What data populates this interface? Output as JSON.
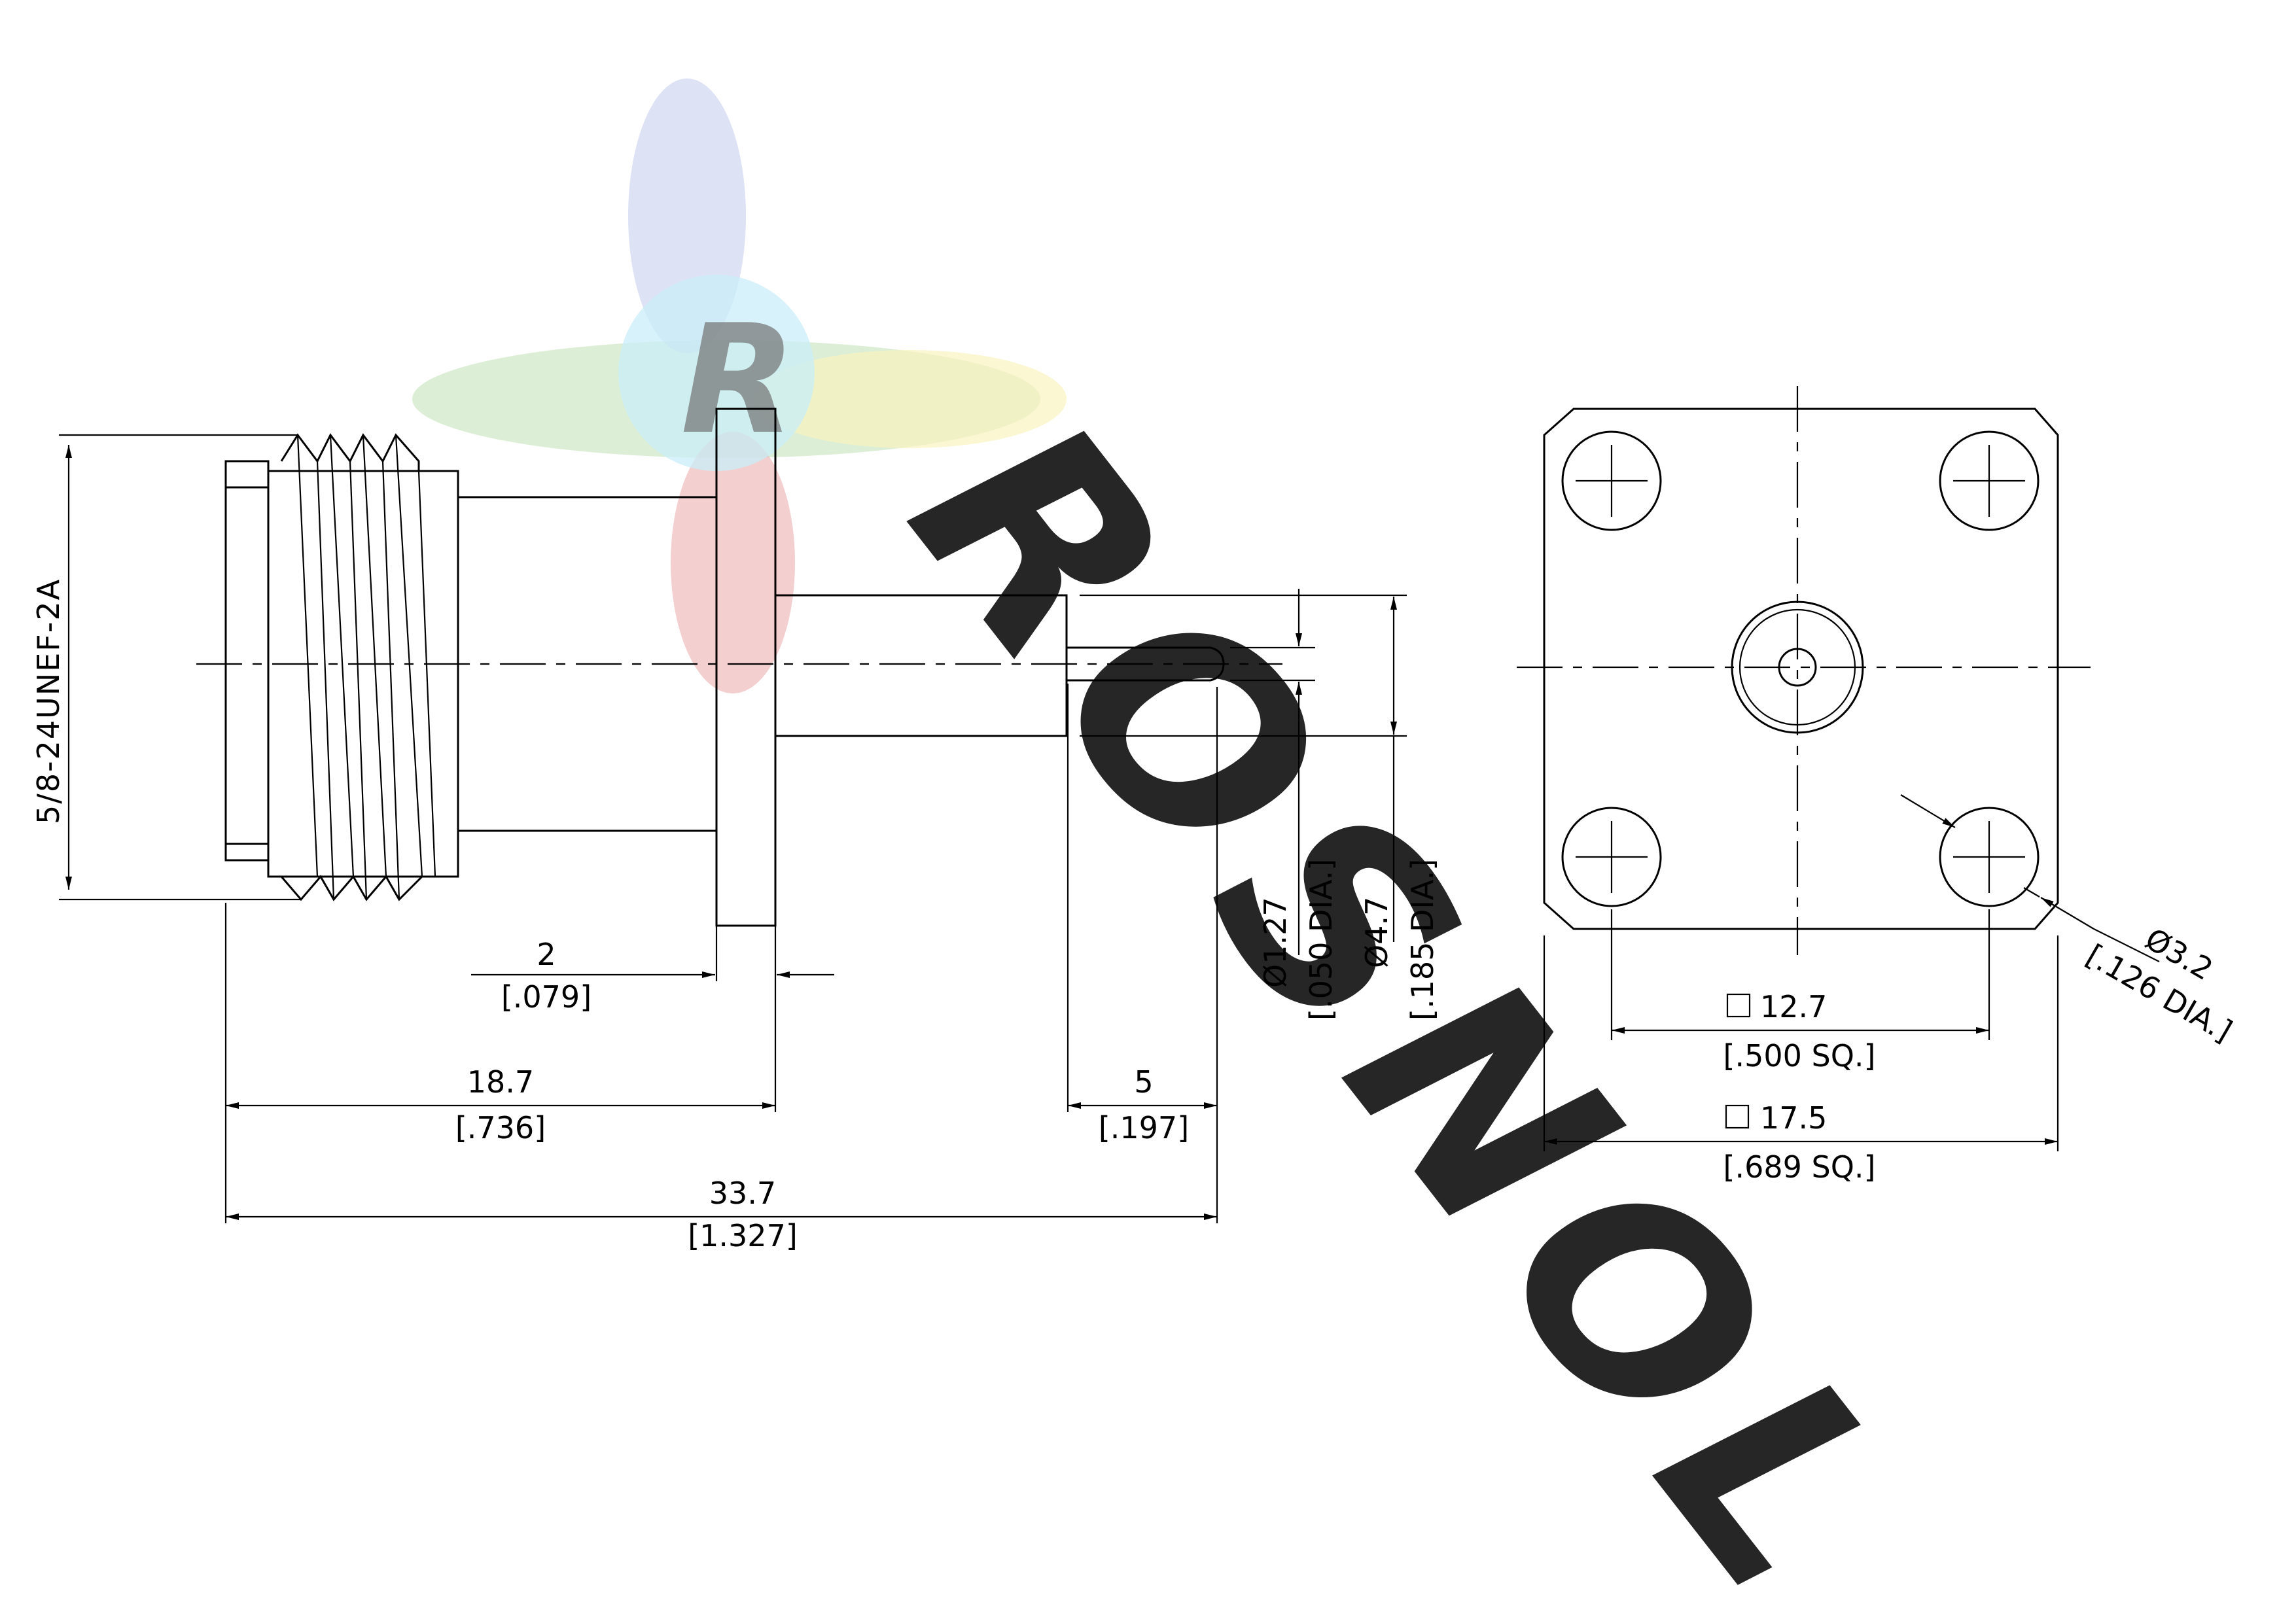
{
  "side_view": {
    "thread_spec": "5/8-24UNEF-2A",
    "flange_thickness": {
      "mm": "2",
      "inch": "[.079]"
    },
    "body_length": {
      "mm": "18.7",
      "inch": "[.736]"
    },
    "pin_length": {
      "mm": "5",
      "inch": "[.197]"
    },
    "overall_length": {
      "mm": "33.7",
      "inch": "[1.327]"
    },
    "pin_diameter": {
      "mm": "Ø1.27",
      "inch": "[.050 DIA.]"
    },
    "insulator_diameter": {
      "mm": "Ø4.7",
      "inch": "[.185 DIA.]"
    }
  },
  "front_view": {
    "hole_spacing": {
      "mm": "12.7",
      "inch": "[.500 SQ.]"
    },
    "flange_size": {
      "mm": "17.5",
      "inch": "[.689 SQ.]"
    },
    "hole_diameter": {
      "mm": "Ø3.2",
      "inch": "[.126 DIA.]"
    }
  },
  "watermark": {
    "text": "ROSNOL"
  },
  "colors": {
    "line": "#000000",
    "background": "#ffffff",
    "watermark_cyan": "#9fe0f4",
    "watermark_blue": "#8fa0dc",
    "watermark_red": "#d04040",
    "watermark_green": "#7fc060",
    "watermark_yellow": "#f3ea8a"
  }
}
